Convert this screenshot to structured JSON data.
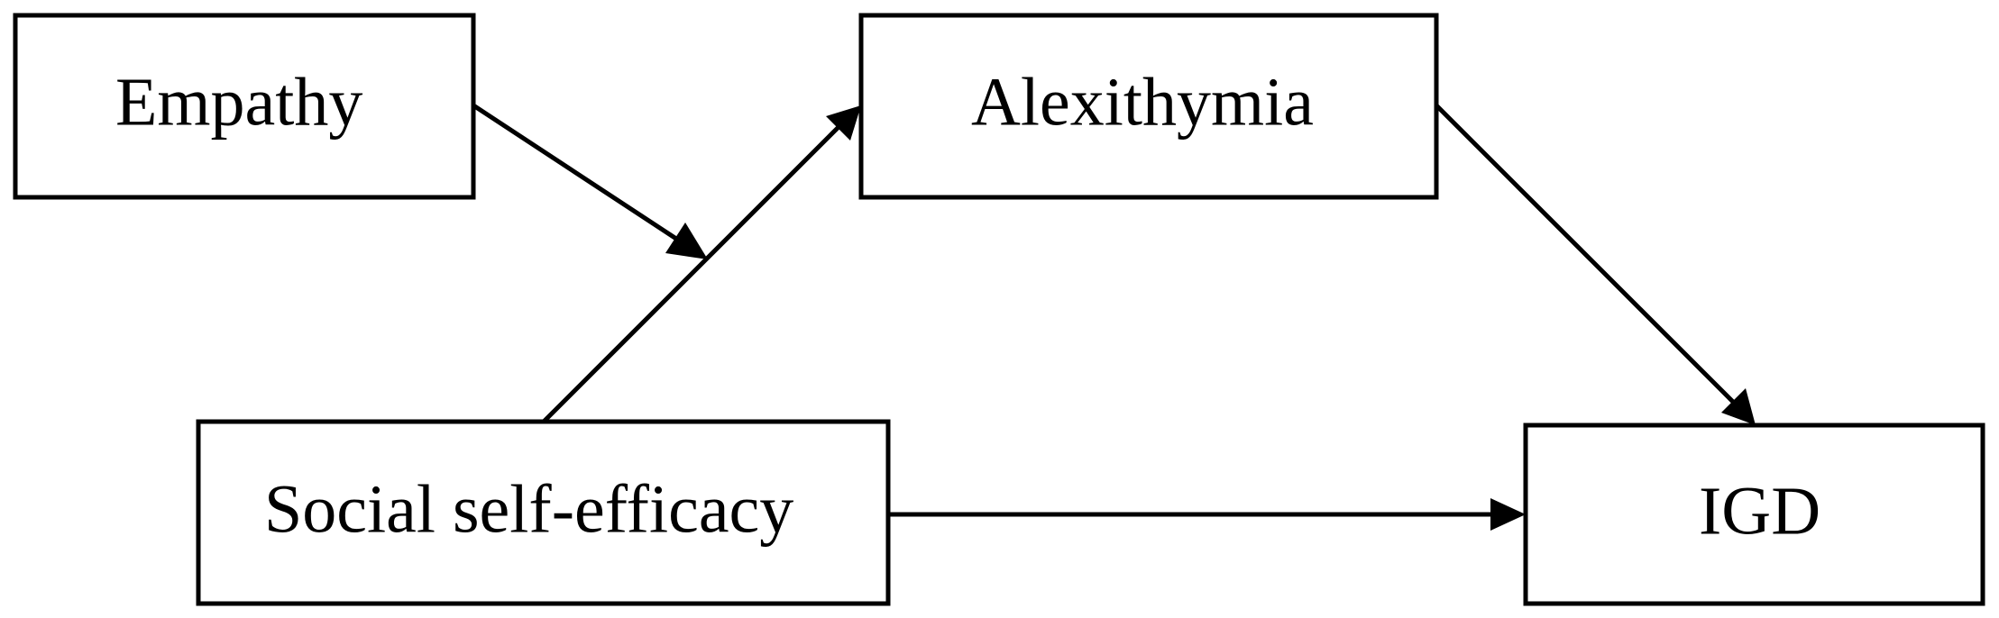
{
  "nodes": {
    "empathy": {
      "label": "Empathy"
    },
    "alexithymia": {
      "label": "Alexithymia"
    },
    "social_self_efficacy": {
      "label": "Social self-efficacy"
    },
    "igd": {
      "label": "IGD"
    }
  },
  "edges": [
    {
      "from": "empathy",
      "to": "moderation of social self-efficacy → alexithymia path"
    },
    {
      "from": "social_self_efficacy",
      "to": "alexithymia"
    },
    {
      "from": "alexithymia",
      "to": "igd"
    },
    {
      "from": "social_self_efficacy",
      "to": "igd"
    }
  ]
}
